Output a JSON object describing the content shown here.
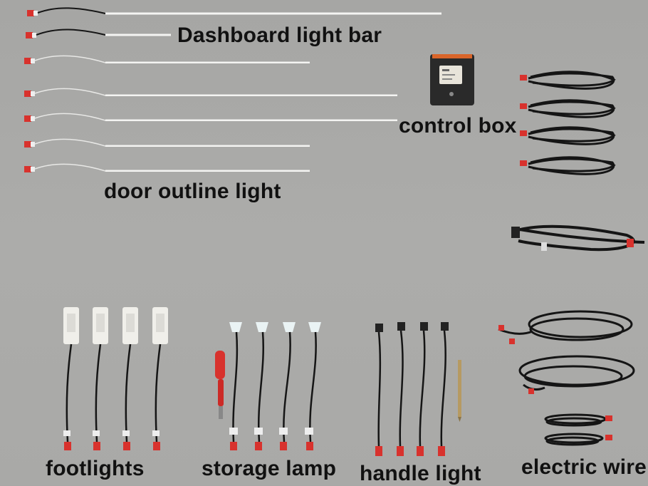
{
  "labels": {
    "dashboard": "Dashboard light bar",
    "control_box": "control box",
    "door_outline": "door outline light",
    "footlights": "footlights",
    "storage_lamp": "storage lamp",
    "handle_light": "handle light",
    "electric_wire": "electric wire"
  },
  "colors": {
    "background": "#a9a9a7",
    "connector_red": "#d8322d",
    "wire_black": "#151515",
    "led_strip": "#f2f2f0",
    "control_box_body": "#2a2a2a",
    "control_box_accent": "#d9652a"
  }
}
